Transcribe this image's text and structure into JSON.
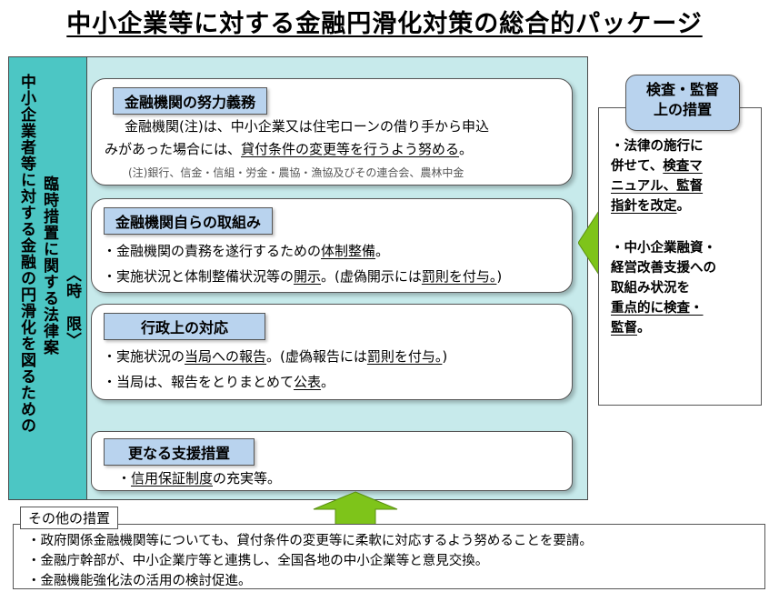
{
  "title": "中小企業等に対する金融円滑化対策の総合的パッケージ",
  "left_column": {
    "main_text": "中小企業者等に対する金融の円滑化を図るための",
    "sub_text": "臨時措置に関する法律案",
    "paren_text": "︿時　限﹀"
  },
  "card1": {
    "heading": "金融機関の努力義務",
    "line1_pre": "金融機関(注)は、中小企業又は住宅ローンの借り手から申込",
    "line2_pre": "みがあった場合には、",
    "line2_u": "貸付条件の変更等を行うよう努める",
    "line2_post": "。",
    "note": "(注)銀行、信金・信組・労金・農協・漁協及びその連合会、農林中金"
  },
  "card2": {
    "heading": "金融機関自らの取組み",
    "line1_pre": "・金融機関の責務を遂行するための",
    "line1_u": "体制整備",
    "line1_post": "。",
    "line2_pre": "・実施状況と体制整備状況等の",
    "line2_u1": "開示",
    "line2_mid": "。(虚偽開示には",
    "line2_u2": "罰則を付与。",
    "line2_post": ")"
  },
  "card3": {
    "heading": "行政上の対応",
    "line1_pre": "・実施状況の",
    "line1_u1": "当局への報告",
    "line1_mid": "。(虚偽報告には",
    "line1_u2": "罰則を付与。",
    "line1_post": ")",
    "line2_pre": "・当局は、報告をとりまとめて",
    "line2_u": "公表",
    "line2_post": "。"
  },
  "card4": {
    "heading": "更なる支援措置",
    "line1_pre": "・",
    "line1_u": "信用保証制度",
    "line1_post": "の充実等。"
  },
  "inspection": {
    "heading_line1": "検査・監督",
    "heading_line2": "上の措置",
    "item1_a": "・法律の施行に",
    "item1_b": "併せて、",
    "item1_b_u": "検査マ",
    "item1_c_u": "ニュアル、監督",
    "item1_d_u": "指針を改定",
    "item1_d_post": "。",
    "item2_a": "・中小企業融資・",
    "item2_b": "経営改善支援への",
    "item2_c": "取組み状況を",
    "item2_d_u": "重点的に検査・",
    "item2_e_u": "監督",
    "item2_e_post": "。"
  },
  "other": {
    "heading": "その他の措置",
    "items": [
      "・政府関係金融機関等についても、貸付条件の変更等に柔軟に対応するよう努めることを要請。",
      "・金融庁幹部が、中小企業庁等と連携し、全国各地の中小企業等と意見交換。",
      "・金融機能強化法の活用の検討促進。"
    ]
  },
  "colors": {
    "panel_bg": "#c7eaeb",
    "left_col_bg": "#4cc6c4",
    "heading_bg": "#b9d3ee",
    "arrow_fill": "#7ec41a"
  }
}
